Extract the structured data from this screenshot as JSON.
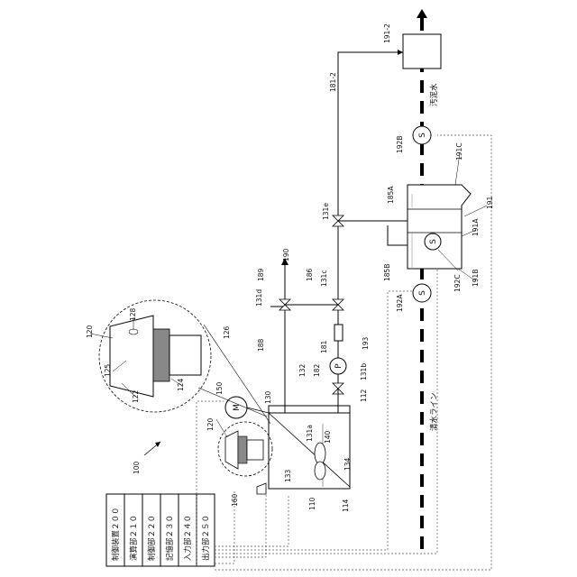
{
  "figure_ref": "100",
  "controller": {
    "title": "制御装置２００",
    "units": [
      "演算部２１０",
      "制御部２２０",
      "記憶部２３０",
      "入力部２４０",
      "出力部２５０"
    ]
  },
  "lines": {
    "clean_water": "清水ライン",
    "sewage": "汚泥水"
  },
  "labels": {
    "l100": "100",
    "l110": "110",
    "l112": "112",
    "l114": "114",
    "l120a": "120",
    "l120b": "120",
    "l122": "122",
    "l124": "124",
    "l125": "125",
    "l126": "126",
    "l128": "128",
    "l130": "130",
    "l131a": "131a",
    "l131b": "131b",
    "l131c": "131c",
    "l131d": "131d",
    "l131e": "131e",
    "l132": "132",
    "l133": "133",
    "l134": "134",
    "l140": "140",
    "l150": "150",
    "l160": "160",
    "l181": "181",
    "l181_2": "181-2",
    "l182": "182",
    "l185A": "185A",
    "l185B": "185B",
    "l186": "186",
    "l188": "188",
    "l189": "189",
    "l190": "190",
    "l191": "191",
    "l191A": "191A",
    "l191B": "191B",
    "l191C": "191C",
    "l191_2": "191-2",
    "l192A": "192A",
    "l192B": "192B",
    "l192C": "192C",
    "l193": "193"
  },
  "symbols": {
    "motor": "M",
    "pump": "P",
    "sensor_a": "S",
    "sensor_b": "S",
    "sensor_c": "S"
  }
}
